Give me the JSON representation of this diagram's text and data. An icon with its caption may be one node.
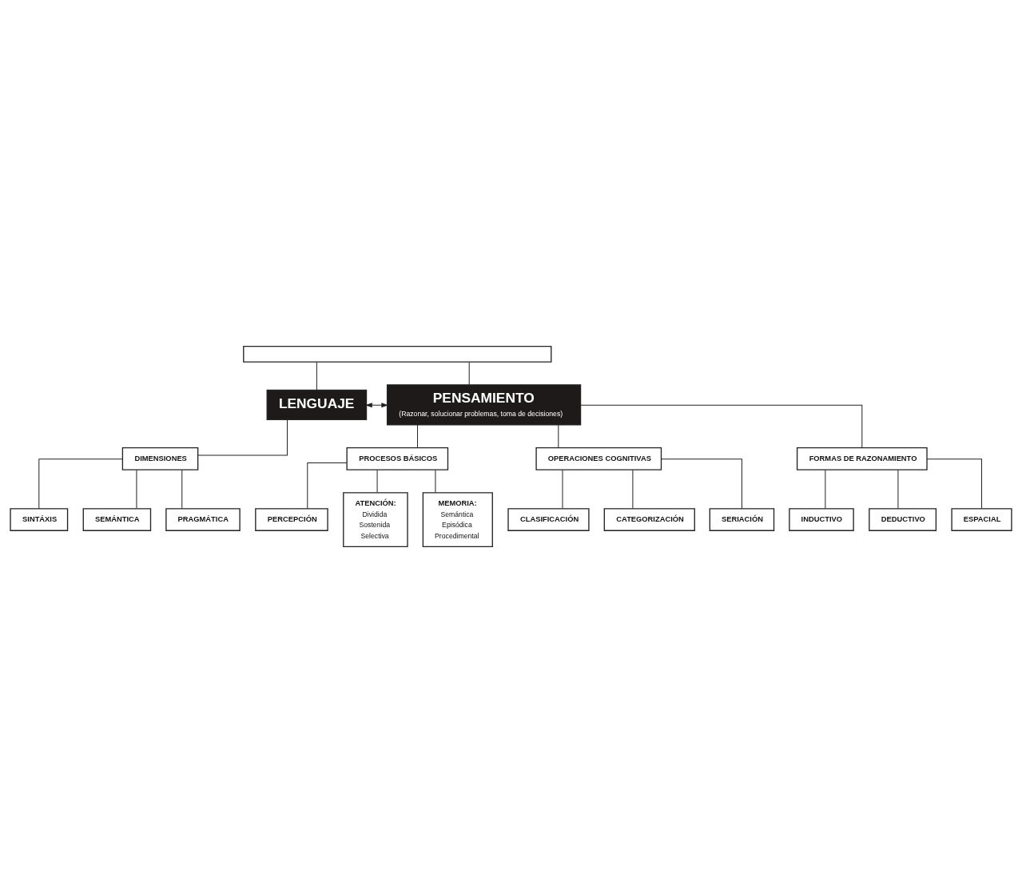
{
  "diagram": {
    "nodes": [
      {
        "text": [],
        "shape": "box"
      },
      {
        "text": [
          "LENGUAJE"
        ]
      },
      {
        "text": [
          "PENSAMIENTO",
          "(Razonar, solucionar problemas, toma de decisiones)"
        ]
      },
      {
        "text": [
          "DIMENSIONES"
        ]
      },
      {
        "text": [
          "SINTÁXIS"
        ]
      },
      {
        "text": [
          "SEMÁNTICA"
        ]
      },
      {
        "text": [
          "PRAGMÁTICA"
        ]
      },
      {
        "text": [
          "PROCESOS BÁSICOS"
        ]
      },
      {
        "text": [
          "OPERACIONES COGNITIVAS"
        ]
      },
      {
        "text": [
          "FORMAS DE RAZONAMIENTO"
        ]
      },
      {
        "text": [
          "PERCEPCIÓN"
        ]
      },
      {
        "text": [
          "ATENCIÓN:",
          "Dividida",
          "Sostenida",
          "Selectiva"
        ]
      },
      {
        "text": [
          "MEMORIA:",
          "Semántica",
          "Episódica",
          "Procedimental"
        ]
      },
      {
        "text": [
          "CLASIFICACIÓN"
        ]
      },
      {
        "text": [
          "CATEGORIZACIÓN"
        ]
      },
      {
        "text": [
          "SERIACIÓN"
        ]
      },
      {
        "text": [
          "INDUCTIVO"
        ]
      },
      {
        "text": [
          "DEDUCTIVO"
        ]
      },
      {
        "text": [
          "ESPACIAL"
        ]
      }
    ],
    "edges": [
      {
        "from": 0,
        "to": 1,
        "arrow": "none"
      },
      {
        "from": 0,
        "to": 2,
        "arrow": "none"
      },
      {
        "from": 1,
        "to": 2,
        "arrow": "both"
      },
      {
        "from": 1,
        "to": 3,
        "arrow": "none"
      },
      {
        "from": 3,
        "to": 4,
        "arrow": "none"
      },
      {
        "from": 3,
        "to": 5,
        "arrow": "none"
      },
      {
        "from": 3,
        "to": 6,
        "arrow": "none"
      },
      {
        "from": 2,
        "to": 7,
        "arrow": "none"
      },
      {
        "from": 2,
        "to": 8,
        "arrow": "none"
      },
      {
        "from": 2,
        "to": 9,
        "arrow": "none"
      },
      {
        "from": 7,
        "to": 10,
        "arrow": "none"
      },
      {
        "from": 7,
        "to": 11,
        "arrow": "none"
      },
      {
        "from": 7,
        "to": 12,
        "arrow": "none"
      },
      {
        "from": 8,
        "to": 13,
        "arrow": "none"
      },
      {
        "from": 8,
        "to": 14,
        "arrow": "none"
      },
      {
        "from": 8,
        "to": 15,
        "arrow": "none"
      },
      {
        "from": 9,
        "to": 16,
        "arrow": "none"
      },
      {
        "from": 9,
        "to": 17,
        "arrow": "none"
      },
      {
        "from": 9,
        "to": 18,
        "arrow": "none"
      }
    ]
  }
}
